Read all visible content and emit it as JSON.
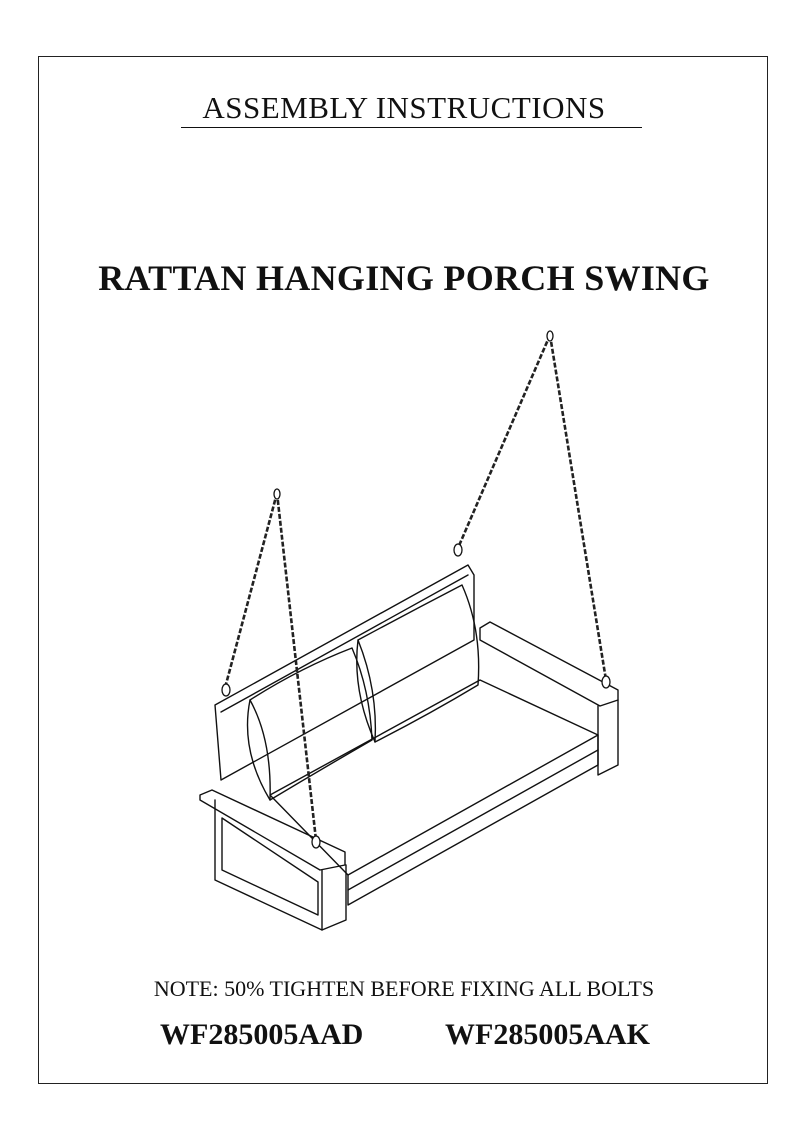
{
  "document": {
    "subtitle": "ASSEMBLY INSTRUCTIONS",
    "title": "RATTAN HANGING PORCH SWING",
    "note": "NOTE: 50% TIGHTEN BEFORE FIXING ALL BOLTS",
    "model_numbers": [
      "WF285005AAD",
      "WF285005AAK"
    ]
  },
  "illustration": {
    "subject": "porch-swing-line-drawing",
    "line_color": "#111111",
    "chain_color": "#222222"
  }
}
